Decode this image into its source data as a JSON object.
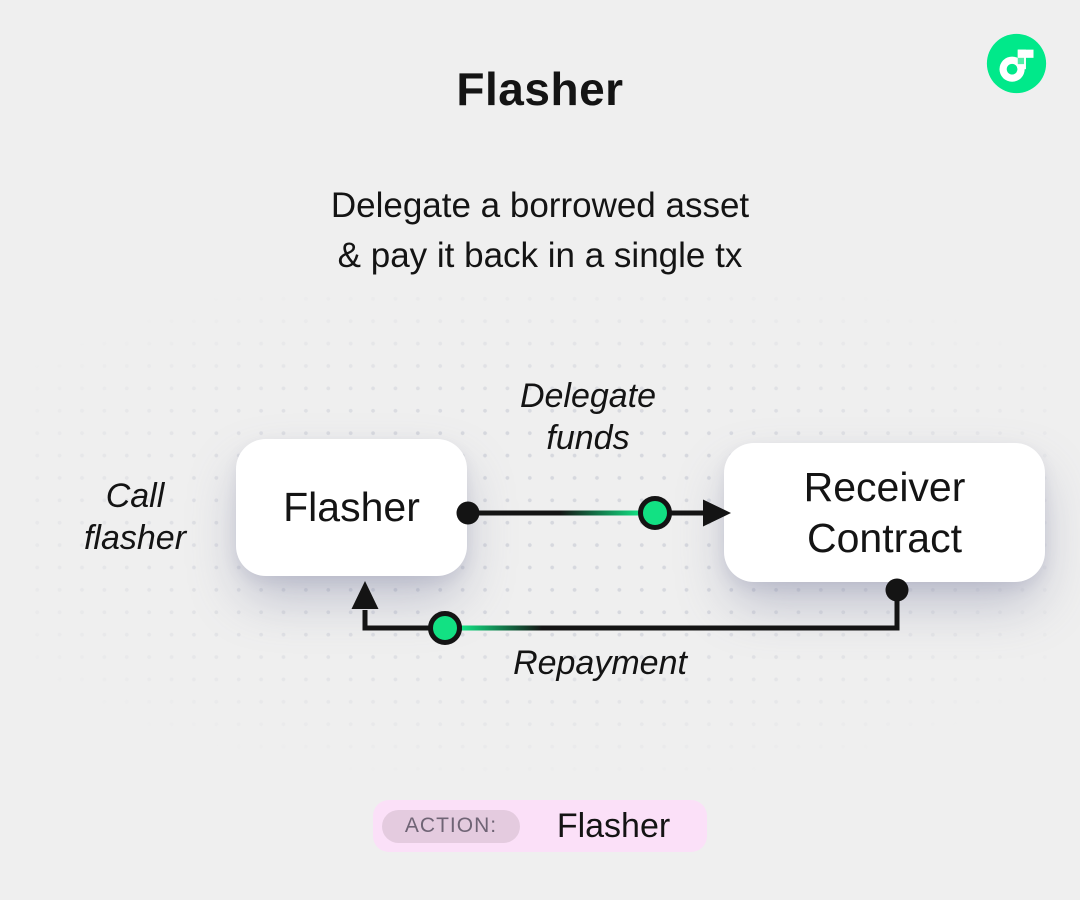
{
  "colors": {
    "background": "#EFEFEF",
    "ink": "#141414",
    "green": "#12E183",
    "logo_green": "#00E98A",
    "logo_notch_green": "#4FEFA7",
    "dot": "#D3D5DC",
    "node_bg": "#FFFFFF",
    "badge_bg": "#FBE0F8",
    "badge_pill_bg": "#E4CBDF",
    "badge_label_text": "#6F6475"
  },
  "header": {
    "title": "Flasher",
    "subtitle_line1": "Delegate a borrowed asset",
    "subtitle_line2": "& pay it back in a single tx"
  },
  "icons": {
    "logo": "flow-logo-icon"
  },
  "diagram": {
    "flasher_node_label": "Flasher",
    "receiver_node_label_line1": "Receiver",
    "receiver_node_label_line2": "Contract",
    "call_label_line1": "Call",
    "call_label_line2": "flasher",
    "delegate_label_line1": "Delegate",
    "delegate_label_line2": "funds",
    "repayment_label": "Repayment"
  },
  "action_badge": {
    "label": "ACTION:",
    "value": "Flasher"
  }
}
